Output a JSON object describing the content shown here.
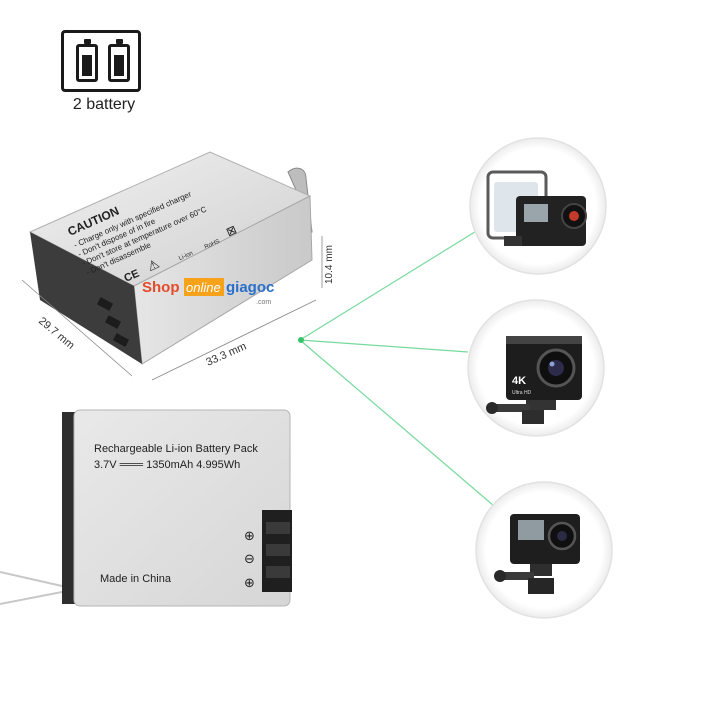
{
  "badge": {
    "label": "2 battery",
    "icon": "battery-pair-icon"
  },
  "top_battery": {
    "caution_title": "CAUTION",
    "caution_lines": [
      "- Charge only with specified charger",
      "- Don't dispose of in fire",
      "- Don't store at temperature over 60°C",
      "- Don't disassemble"
    ],
    "symbols": [
      "CE",
      "⚠",
      "Li-ion",
      "RoHS",
      "⊠"
    ],
    "dim_depth": "29.7 mm",
    "dim_width": "33.3 mm",
    "dim_height": "10.4 mm"
  },
  "watermark": {
    "part1": "Shop",
    "part2": "online",
    "part3": "giagoc",
    "suffix": ".com"
  },
  "bottom_battery": {
    "line1": "Rechargeable Li-ion Battery Pack",
    "line2": "3.7V ═══ 1350mAh 4.995Wh",
    "made_in": "Made in China",
    "terminals": [
      "⊕",
      "⊖",
      "⊕"
    ]
  },
  "cameras": [
    {
      "name": "camera-waterproof-case",
      "label": ""
    },
    {
      "name": "camera-4k",
      "badge": "4K",
      "sub": "Ultra HD"
    },
    {
      "name": "camera-mount",
      "label": ""
    }
  ],
  "colors": {
    "battery_body": "#d8d8d8",
    "battery_dark": "#3a3a3a",
    "laser": "#5fd38b",
    "watermark_orange": "#f7a21b"
  }
}
